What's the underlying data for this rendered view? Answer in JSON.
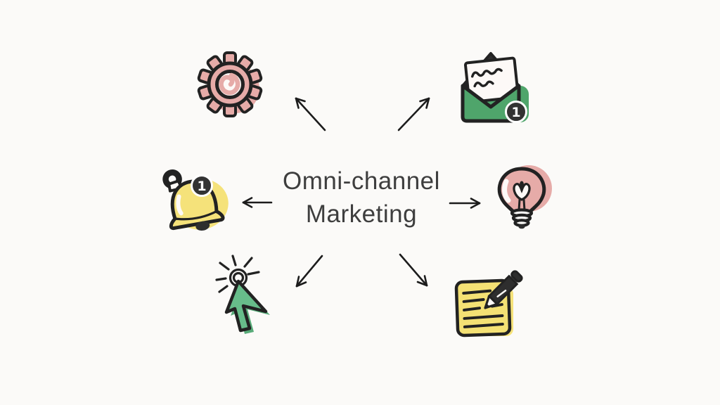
{
  "diagram": {
    "type": "radial-mind-map",
    "background": "#fbfaf8"
  },
  "title": {
    "line1": "Omni-channel",
    "line2": "Marketing",
    "color": "#3e3e3e"
  },
  "colors": {
    "ink": "#222222",
    "pink": "#e6aba8",
    "green": "#4fa56b",
    "cursor_green": "#67bd8a",
    "cursor_green_shadow": "#58ab79",
    "yellow": "#f5e27a",
    "paper_white": "#fdf9f7",
    "badge_bg": "#333333",
    "badge_ring": "#ffffff",
    "badge_text_color": "#ffffff",
    "arrow": "#1c1c1c"
  },
  "nodes": [
    {
      "icon": "gear-icon",
      "position": "top-left",
      "badge": null
    },
    {
      "icon": "envelope-letter-icon",
      "position": "top-right",
      "badge": "1"
    },
    {
      "icon": "bell-icon",
      "position": "middle-left",
      "badge": "1"
    },
    {
      "icon": "lightbulb-icon",
      "position": "middle-right",
      "badge": null
    },
    {
      "icon": "cursor-click-icon",
      "position": "bottom-left",
      "badge": null
    },
    {
      "icon": "note-pencil-icon",
      "position": "bottom-right",
      "badge": null
    }
  ],
  "arrows": [
    {
      "direction": "up-left",
      "from": "center",
      "to": "gear-icon"
    },
    {
      "direction": "up-right",
      "from": "center",
      "to": "envelope-letter-icon"
    },
    {
      "direction": "left",
      "from": "center",
      "to": "bell-icon"
    },
    {
      "direction": "right",
      "from": "center",
      "to": "lightbulb-icon"
    },
    {
      "direction": "down-left",
      "from": "center",
      "to": "cursor-click-icon"
    },
    {
      "direction": "down-right",
      "from": "center",
      "to": "note-pencil-icon"
    }
  ]
}
